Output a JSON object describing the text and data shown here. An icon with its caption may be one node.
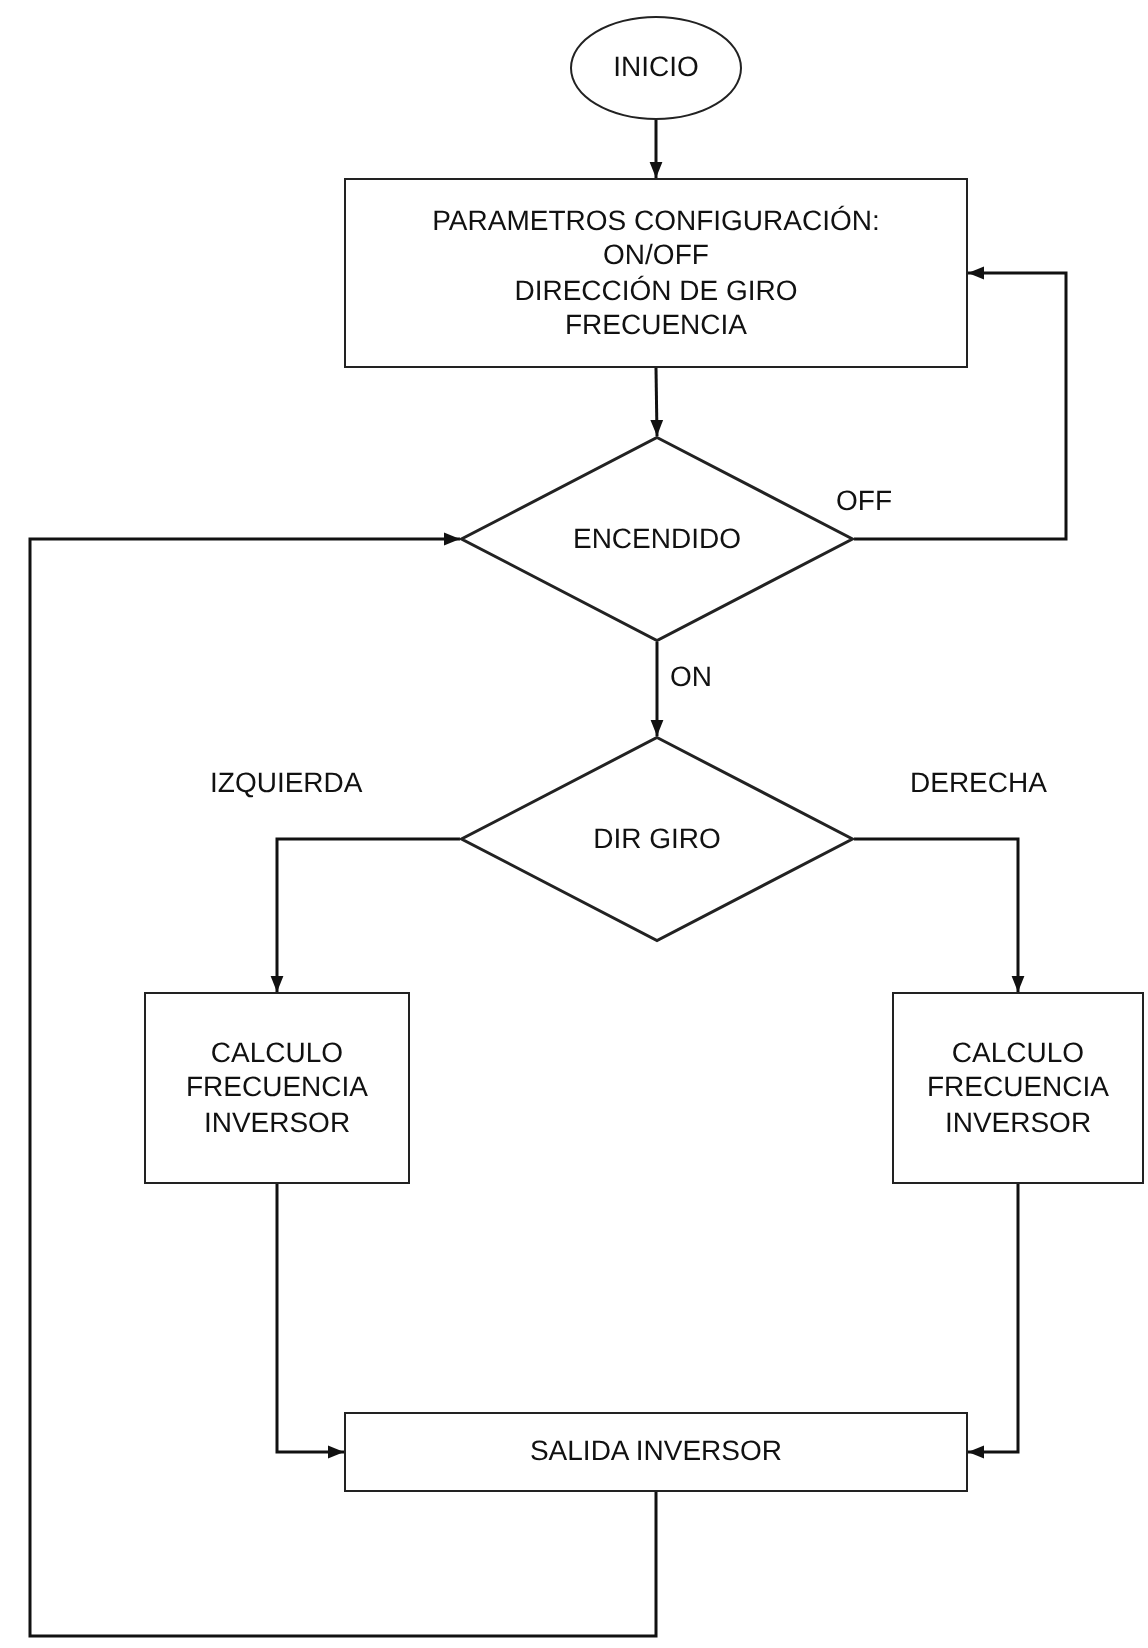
{
  "diagram": {
    "nodes": [
      {
        "text": [
          "INICIO"
        ]
      },
      {
        "text": [
          "PARAMETROS CONFIGURACIÓN:",
          "ON/OFF",
          "DIRECCIÓN DE GIRO",
          "FRECUENCIA"
        ]
      },
      {
        "text": [
          "ENCENDIDO"
        ]
      },
      {
        "text": [
          "DIR GIRO"
        ]
      },
      {
        "text": [
          "CALCULO FRECUENCIA INVERSOR"
        ]
      },
      {
        "text": [
          "CALCULO FRECUENCIA INVERSOR"
        ]
      },
      {
        "text": [
          "SALIDA INVERSOR"
        ]
      }
    ],
    "edges": [
      {
        "from": 0,
        "to": 1,
        "arrow": "to"
      },
      {
        "from": 1,
        "to": 2,
        "arrow": "to"
      },
      {
        "from": 2,
        "to": 1,
        "arrow": "to",
        "label": "OFF"
      },
      {
        "from": 2,
        "to": 3,
        "arrow": "to",
        "label": "ON"
      },
      {
        "from": 3,
        "to": 4,
        "arrow": "to",
        "label": "IZQUIERDA"
      },
      {
        "from": 3,
        "to": 5,
        "arrow": "to",
        "label": "DERECHA"
      },
      {
        "from": 4,
        "to": 6,
        "arrow": "to"
      },
      {
        "from": 5,
        "to": 6,
        "arrow": "to"
      },
      {
        "from": 6,
        "to": 2,
        "arrow": "to"
      }
    ]
  }
}
